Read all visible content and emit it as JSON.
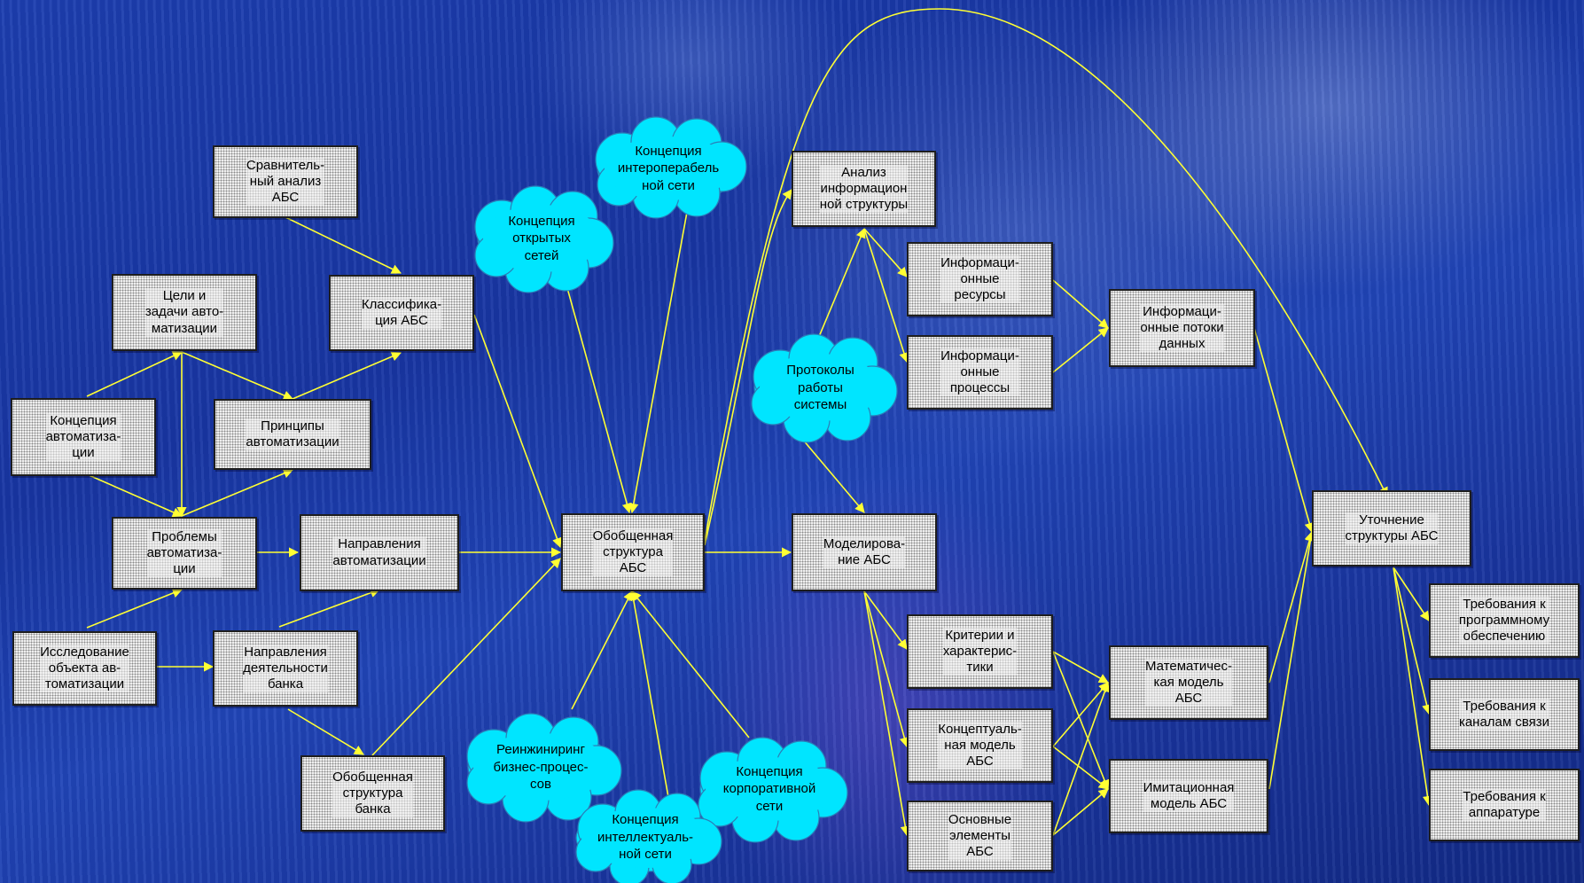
{
  "colors": {
    "connector": "#ffff33",
    "cloud_fill": "#00e5ff",
    "box_fill": "#f2f2f2"
  },
  "boxes": {
    "comparative_analysis": "Сравнитель-\nный анализ\nАБС",
    "goals": "Цели и\nзадачи авто-\nматизации",
    "classification": "Классифика-\nция АБС",
    "automation_concept": "Концепция\nавтоматиза-\nции",
    "principles": "Принципы\nавтоматизации",
    "problems": "Проблемы\nавтоматиза-\nции",
    "directions_automation": "Направления\nавтоматизации",
    "object_research": "Исследование\nобъекта ав-\nтоматизации",
    "bank_directions": "Направления\nдеятельности\nбанка",
    "bank_structure": "Обобщенная\nструктура\nбанка",
    "generalized_structure": "Обобщенная\nструктура\nАБС",
    "info_structure_analysis": "Анализ\nинформацион\nной структуры",
    "info_resources": "Информаци-\nонные\nресурсы",
    "info_processes": "Информаци-\nонные\nпроцессы",
    "data_flows": "Информаци-\nонные потоки\nданных",
    "modeling": "Моделирова-\nние АБС",
    "criteria": "Критерии и\nхарактерис-\nтики",
    "conceptual_model": "Концептуаль-\nная модель\nАБС",
    "basic_elements": "Основные\nэлементы\nАБС",
    "math_model": "Математичес-\nкая модель\nАБС",
    "simulation_model": "Имитационная\nмодель АБС",
    "structure_refinement": "Уточнение\nструктуры АБС",
    "req_software": "Требования к\nпрограммному\nобеспечению",
    "req_channels": "Требования к\nканалам связи",
    "req_hardware": "Требования к\nаппаратуре"
  },
  "clouds": {
    "interop": "Концепция\nинтероперабель\nной сети",
    "open_networks": "Концепция\nоткрытых\nсетей",
    "protocols": "Протоколы\nработы\nсистемы",
    "reengineering": "Реинжиниринг\nбизнес-процес-\nсов",
    "intellectual": "Концепция\nинтеллектуаль-\nной сети",
    "corporate": "Концепция\nкорпоративной\nсети"
  }
}
